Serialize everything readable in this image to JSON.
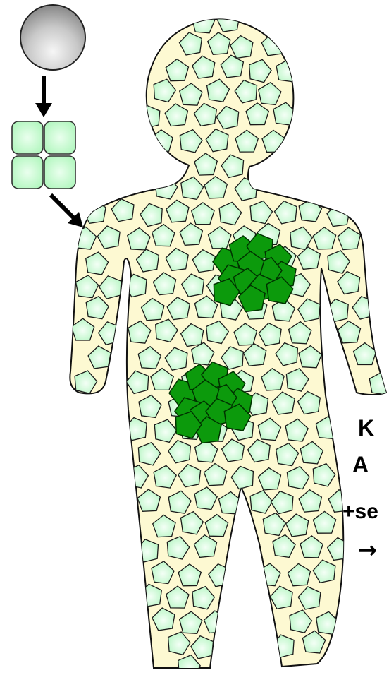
{
  "labels": {
    "line1": "K",
    "line2": "A",
    "line3": "+se",
    "line4": "→"
  },
  "colors": {
    "body_fill": "#fdf9d2",
    "body_outline": "#111111",
    "normal_cell_fill": "#cfffd8",
    "clone_cell_fill": "#0c9a0c",
    "clone_cell_outline": "#003300",
    "sphere_light": "#f4f4f4",
    "sphere_dark": "#8a8a8a",
    "block_fill": "#b9ffc2"
  },
  "icons": {
    "zygote": "grey-sphere",
    "early_embryo": "four-cell-block",
    "arrows": "black-arrow"
  }
}
